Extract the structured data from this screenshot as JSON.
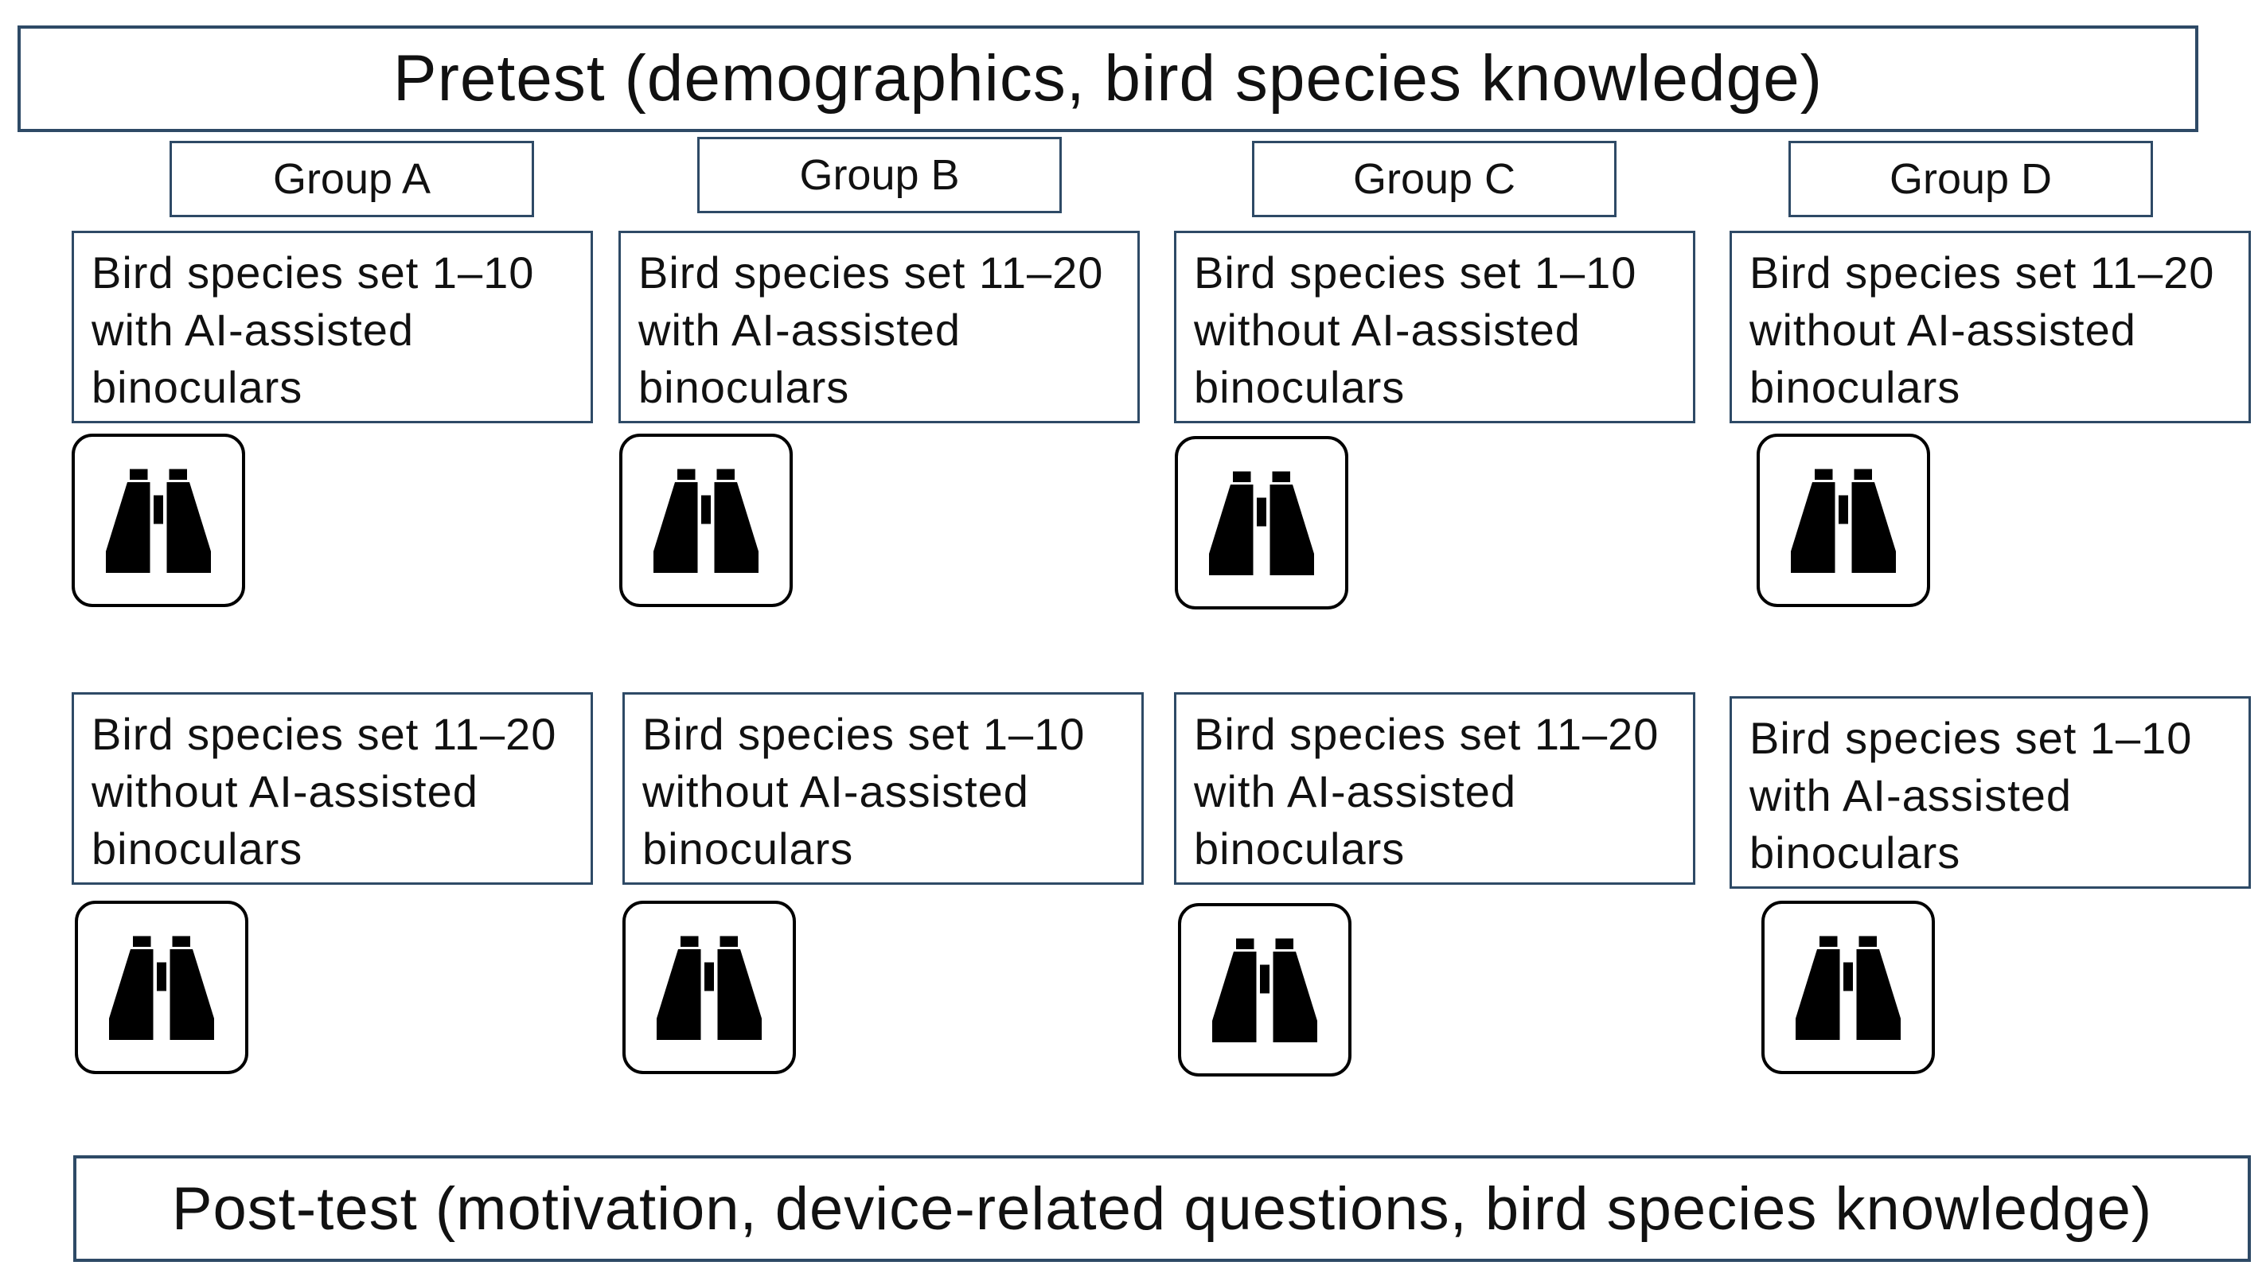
{
  "pretest": {
    "label": "Pretest (demographics, bird species knowledge)"
  },
  "posttest": {
    "label": "Post-test (motivation, device-related questions, bird species knowledge)"
  },
  "groups": [
    {
      "label": "Group A",
      "first": {
        "line1": "Bird species set 1–10",
        "line2": "with AI-assisted",
        "line3": "binoculars"
      },
      "second": {
        "line1": "Bird species set 11–20",
        "line2": "without AI-assisted",
        "line3": "binoculars"
      }
    },
    {
      "label": "Group B",
      "first": {
        "line1": "Bird species set 11–20",
        "line2": "with AI-assisted",
        "line3": "binoculars"
      },
      "second": {
        "line1": "Bird species set 1–10",
        "line2": "without AI-assisted",
        "line3": "binoculars"
      }
    },
    {
      "label": "Group C",
      "first": {
        "line1": "Bird species set 1–10",
        "line2": "without AI-assisted",
        "line3": "binoculars"
      },
      "second": {
        "line1": "Bird species set 11–20",
        "line2": "with AI-assisted",
        "line3": "binoculars"
      }
    },
    {
      "label": "Group D",
      "first": {
        "line1": "Bird species set 11–20",
        "line2": "without AI-assisted",
        "line3": "binoculars"
      },
      "second": {
        "line1": "Bird species set 1–10",
        "line2": "with AI-assisted",
        "line3": "binoculars"
      }
    }
  ],
  "icons": {
    "binoculars": "binoculars-icon"
  },
  "colors": {
    "box_border": "#2e4a66",
    "icon": "#000000"
  }
}
